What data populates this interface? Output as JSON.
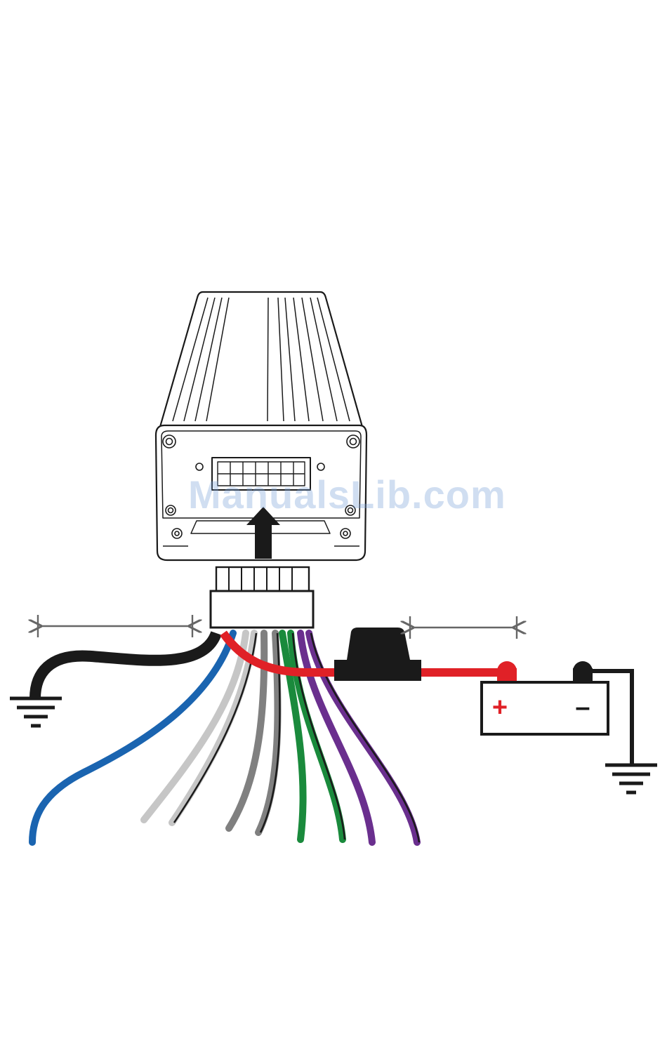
{
  "watermark": {
    "text": "ManualsLib.com"
  },
  "battery": {
    "plus_symbol": "+",
    "minus_symbol": "–"
  },
  "colors": {
    "outline": "#1a1a1a",
    "ground_wire": "#1a1a1a",
    "power_wire": "#e02127",
    "fuse_holder": "#1a1a1a",
    "dimension_arrow": "#666666",
    "watermark": "#78a0d7"
  },
  "wires": [
    {
      "name": "blue",
      "color": "#1a64b0",
      "stripe": null
    },
    {
      "name": "white",
      "color": "#c6c6c6",
      "stripe": null
    },
    {
      "name": "white-black",
      "color": "#c6c6c6",
      "stripe": "#1a1a1a"
    },
    {
      "name": "gray",
      "color": "#808080",
      "stripe": null
    },
    {
      "name": "gray-black",
      "color": "#808080",
      "stripe": "#1a1a1a"
    },
    {
      "name": "green",
      "color": "#1a8a3c",
      "stripe": null
    },
    {
      "name": "green-black",
      "color": "#1a8a3c",
      "stripe": "#1a1a1a"
    },
    {
      "name": "purple",
      "color": "#6a2f8e",
      "stripe": null
    },
    {
      "name": "purple-black",
      "color": "#6a2f8e",
      "stripe": "#1a1a1a"
    }
  ]
}
